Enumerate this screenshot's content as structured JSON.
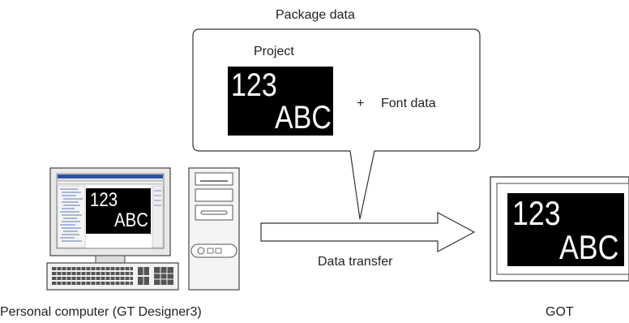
{
  "diagram": {
    "package_label": "Package data",
    "project_label": "Project",
    "plus_sign": "+",
    "font_data_label": "Font data",
    "transfer_label": "Data transfer",
    "pc_label": "Personal computer (GT Designer3)",
    "got_label": "GOT",
    "sample_digits": "123",
    "sample_letters": "ABC"
  },
  "icons": [
    "monitor-icon",
    "keyboard-icon",
    "pc-tower-icon",
    "got-display-icon",
    "arrow-icon"
  ]
}
